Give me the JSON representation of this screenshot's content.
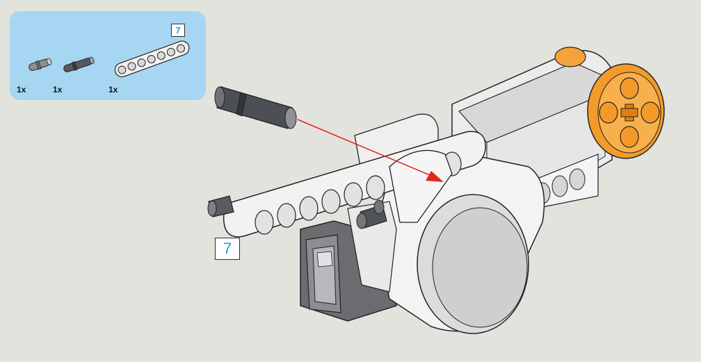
{
  "parts_list": {
    "items": [
      {
        "name": "pin-short-gray",
        "quantity": "1x"
      },
      {
        "name": "pin-long-black",
        "quantity": "1x"
      },
      {
        "name": "beam-7",
        "quantity": "1x"
      }
    ],
    "beam_length_badge": "7"
  },
  "step": {
    "number": "7"
  },
  "colors": {
    "background": "#e3e3dd",
    "panel": "#a7d6f2",
    "badge_text": "#1ba1d8",
    "motor_hub": "#f39a2a",
    "guide_arrow": "#e0261d"
  }
}
